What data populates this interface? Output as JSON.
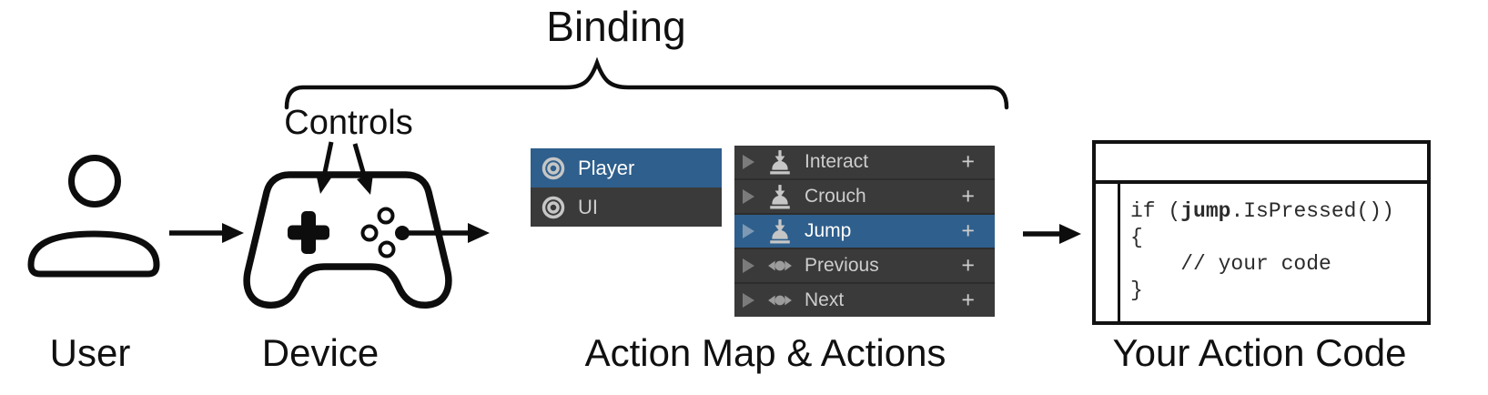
{
  "labels": {
    "binding": "Binding",
    "controls": "Controls",
    "user": "User",
    "device": "Device",
    "action_map": "Action Map & Actions",
    "action_code": "Your Action Code"
  },
  "action_map_panel": {
    "items": [
      {
        "label": "Player",
        "icon": "action-map-icon",
        "selected": true
      },
      {
        "label": "UI",
        "icon": "action-map-icon",
        "selected": false
      }
    ]
  },
  "actions_panel": {
    "add_button_label": "+",
    "items": [
      {
        "label": "Interact",
        "icon": "button-press-icon",
        "selected": false
      },
      {
        "label": "Crouch",
        "icon": "button-press-icon",
        "selected": false
      },
      {
        "label": "Jump",
        "icon": "button-press-icon",
        "selected": true
      },
      {
        "label": "Previous",
        "icon": "axis-icon",
        "selected": false
      },
      {
        "label": "Next",
        "icon": "axis-icon",
        "selected": false
      }
    ]
  },
  "code_editor": {
    "lines": [
      [
        {
          "text": "if ("
        },
        {
          "text": "jump",
          "bold": true
        },
        {
          "text": ".IsPressed())"
        }
      ],
      [
        {
          "text": "{"
        }
      ],
      [
        {
          "text": "    // your code"
        }
      ],
      [
        {
          "text": "}"
        }
      ]
    ]
  },
  "colors": {
    "selection_blue": "#2f5f8c",
    "panel_dark": "#3a3a3a",
    "panel_gap": "#2d2d2d",
    "panel_text": "#cdcdcd",
    "selected_text": "#ffffff",
    "icon_gray": "#c6c6c6",
    "line_black": "#0d0d0d"
  }
}
